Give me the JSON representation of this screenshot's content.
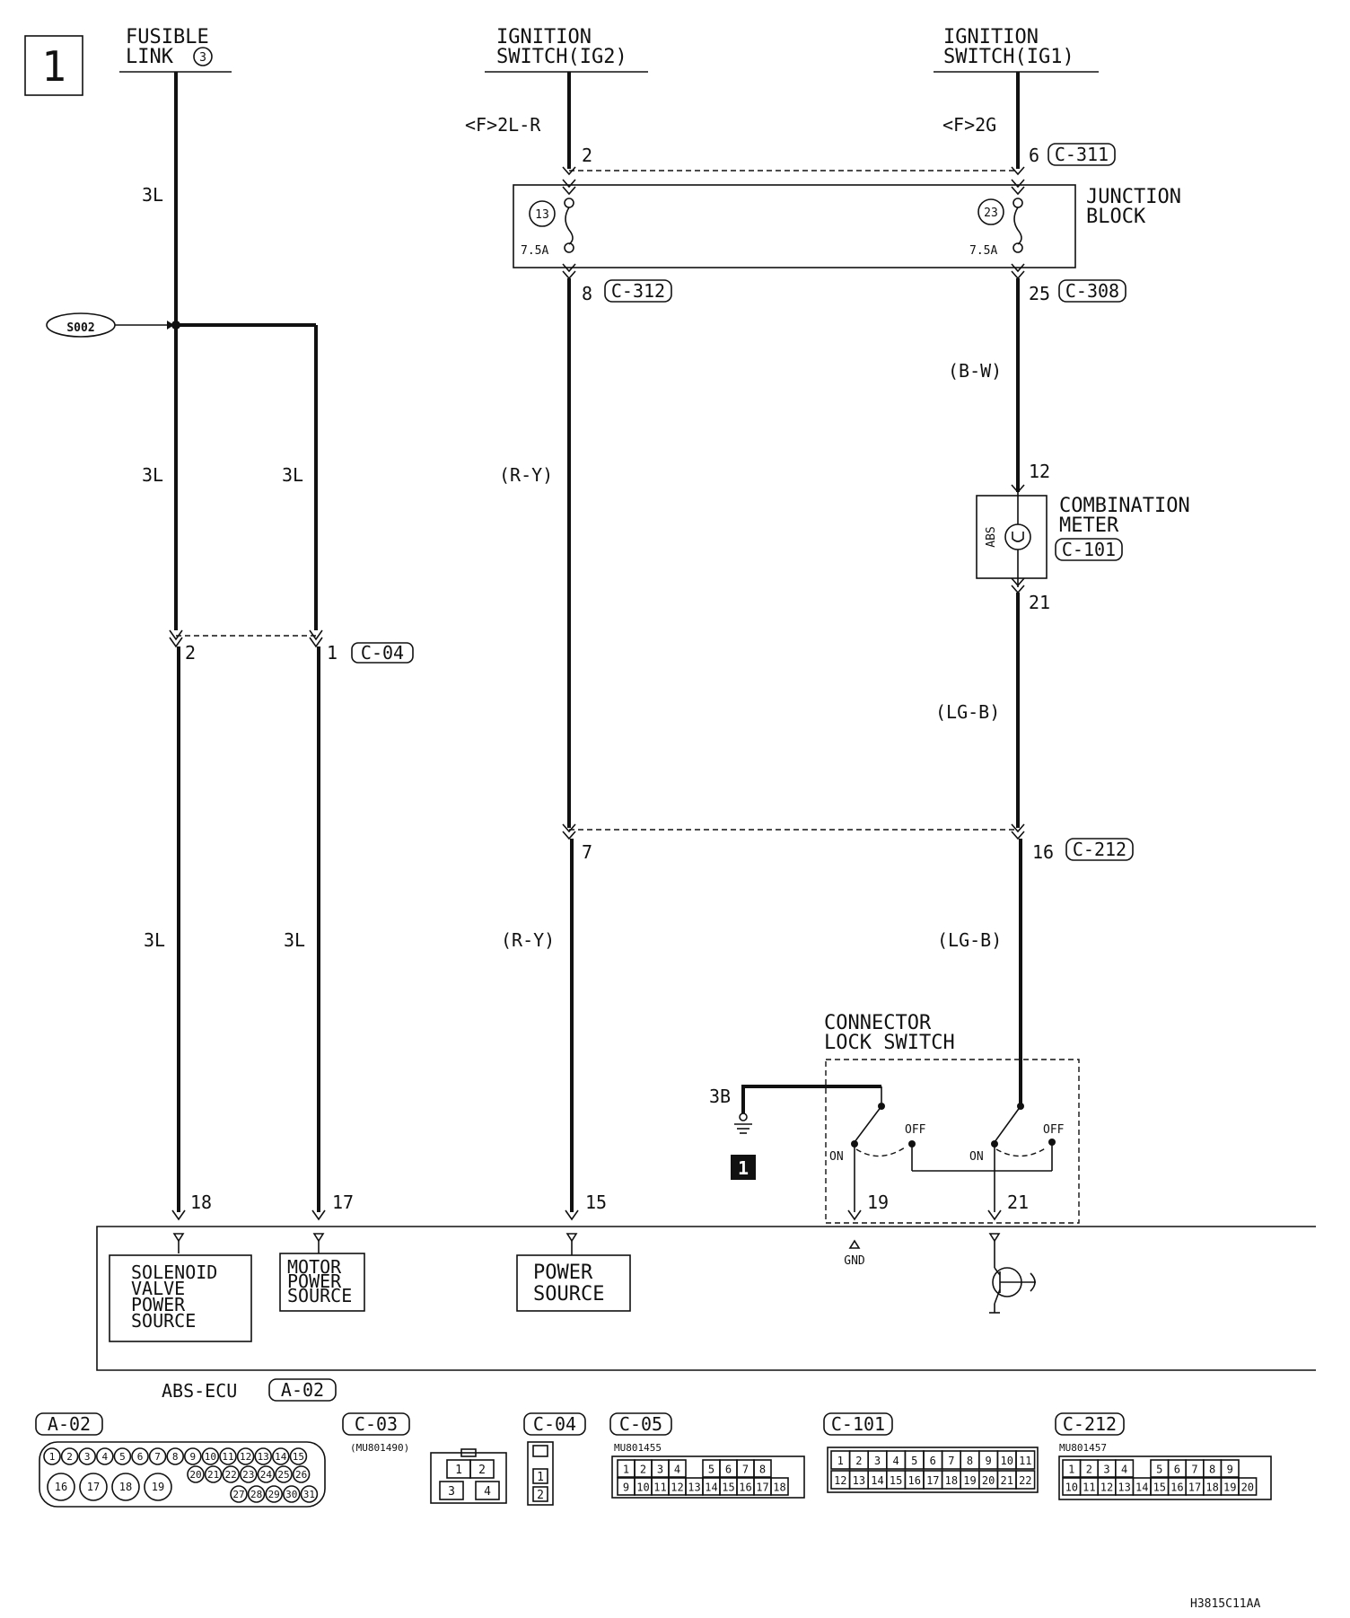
{
  "page_number": "1",
  "sources": {
    "fusible_link": {
      "line1": "FUSIBLE",
      "line2": "LINK",
      "num": "3"
    },
    "ign_ig2": {
      "line1": "IGNITION",
      "line2": "SWITCH(IG2)"
    },
    "ign_ig1": {
      "line1": "IGNITION",
      "line2": "SWITCH(IG1)"
    }
  },
  "wire_labels": {
    "w_3l_top": "3L",
    "w_3l_mid_a": "3L",
    "w_3l_mid_b": "3L",
    "w_3l_low_a": "3L",
    "w_3l_low_b": "3L",
    "f_2lr": "<F>2L-R",
    "f_2g": "<F>2G",
    "ry_mid": "(R-Y)",
    "ry_low": "(R-Y)",
    "bw": "(B-W)",
    "lgb_mid": "(LG-B)",
    "lgb_low": "(LG-B)",
    "b3": "3B"
  },
  "splice": "S002",
  "junction_block": {
    "line1": "JUNCTION",
    "line2": "BLOCK",
    "fuse_a_num": "13",
    "fuse_a_rating": "7.5A",
    "fuse_b_num": "23",
    "fuse_b_rating": "7.5A"
  },
  "pins": {
    "jb_in_a": "2",
    "jb_in_b": "6",
    "jb_out_a": "8",
    "jb_out_b": "25",
    "meter_in": "12",
    "meter_out": "21",
    "c04_a": "2",
    "c04_b": "1",
    "c212_a": "7",
    "c212_b": "16",
    "ecu_18": "18",
    "ecu_17": "17",
    "ecu_15": "15",
    "ecu_19": "19",
    "ecu_21": "21"
  },
  "connectors": {
    "c311": "C-311",
    "c312": "C-312",
    "c308": "C-308",
    "c101": "C-101",
    "c04": "C-04",
    "c212": "C-212",
    "a02": "A-02"
  },
  "combination_meter": {
    "line1": "COMBINATION",
    "line2": "METER",
    "lamp": "ABS"
  },
  "lock_switch": {
    "line1": "CONNECTOR",
    "line2": "LOCK SWITCH",
    "on": "ON",
    "off": "OFF"
  },
  "ground_ref": "1",
  "ecu": {
    "name": "ABS-ECU",
    "gnd": "GND",
    "solenoid": [
      "SOLENOID",
      "VALVE",
      "POWER",
      "SOURCE"
    ],
    "motor": [
      "MOTOR",
      "POWER",
      "SOURCE"
    ],
    "power": [
      "POWER",
      "SOURCE"
    ]
  },
  "connector_views": {
    "a02": {
      "label": "A-02",
      "row1": [
        "1",
        "2",
        "3",
        "4",
        "5",
        "6",
        "7",
        "8",
        "9",
        "10",
        "11",
        "12",
        "13",
        "14",
        "15"
      ],
      "row2a": [
        "16",
        "17",
        "18",
        "19"
      ],
      "row2b": [
        "20",
        "21",
        "22",
        "23",
        "24",
        "25",
        "26"
      ],
      "row3": [
        "27",
        "28",
        "29",
        "30",
        "31"
      ]
    },
    "c03": {
      "label": "C-03",
      "part": "(MU801490)",
      "pins": [
        "1",
        "2",
        "3",
        "4"
      ]
    },
    "c04": {
      "label": "C-04",
      "pins": [
        "1",
        "2"
      ]
    },
    "c05": {
      "label": "C-05",
      "part": "MU801455",
      "row1": [
        "1",
        "2",
        "3",
        "4",
        "5",
        "6",
        "7",
        "8"
      ],
      "row2": [
        "9",
        "10",
        "11",
        "12",
        "13",
        "14",
        "15",
        "16",
        "17",
        "18"
      ]
    },
    "c101": {
      "label": "C-101",
      "row1": [
        "1",
        "2",
        "3",
        "4",
        "5",
        "6",
        "7",
        "8",
        "9",
        "10",
        "11"
      ],
      "row2": [
        "12",
        "13",
        "14",
        "15",
        "16",
        "17",
        "18",
        "19",
        "20",
        "21",
        "22"
      ]
    },
    "c212": {
      "label": "C-212",
      "part": "MU801457",
      "row1": [
        "1",
        "2",
        "3",
        "4",
        "5",
        "6",
        "7",
        "8",
        "9"
      ],
      "row2": [
        "10",
        "11",
        "12",
        "13",
        "14",
        "15",
        "16",
        "17",
        "18",
        "19",
        "20"
      ]
    }
  },
  "diagram_code": "H3815C11AA"
}
